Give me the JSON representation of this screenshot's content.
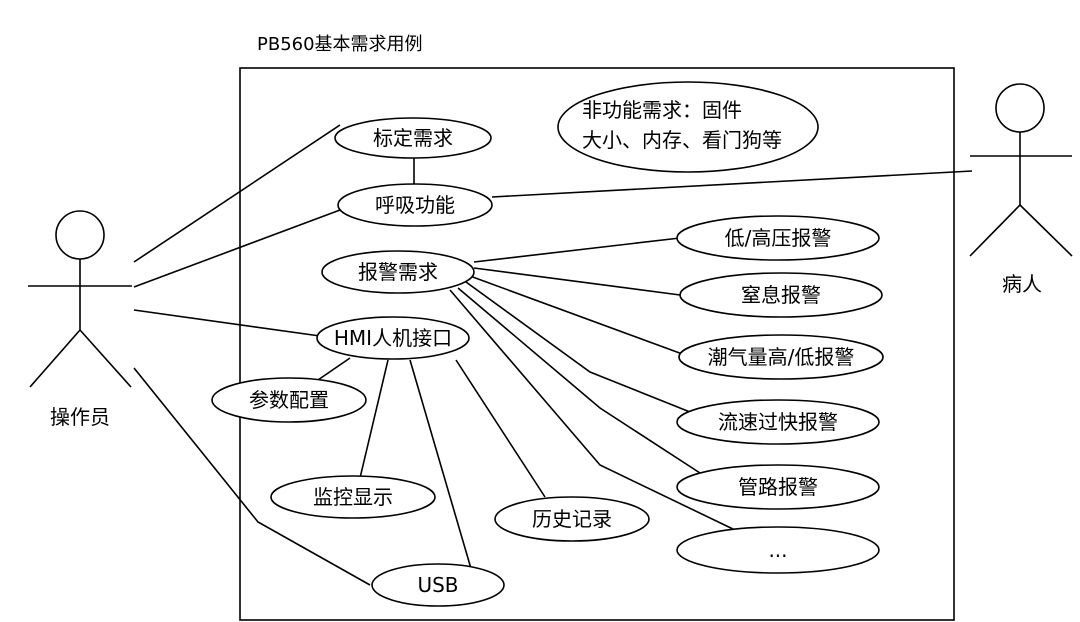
{
  "title": "PB560基本需求用例",
  "actors": {
    "operator": "操作员",
    "patient": "病人"
  },
  "note": {
    "line1": "非功能需求：固件",
    "line2": "大小、内存、看门狗等"
  },
  "use_cases": {
    "calibration": "标定需求",
    "breathing": "呼吸功能",
    "alarm": "报警需求",
    "low_high_pressure": "低/高压报警",
    "apnea": "窒息报警",
    "tidal_volume": "潮气量高/低报警",
    "flow_too_fast": "流速过快报警",
    "tubing": "管路报警",
    "more": "...",
    "hmi": "HMI人机接口",
    "params": "参数配置",
    "monitor": "监控显示",
    "history": "历史记录",
    "usb": "USB"
  }
}
